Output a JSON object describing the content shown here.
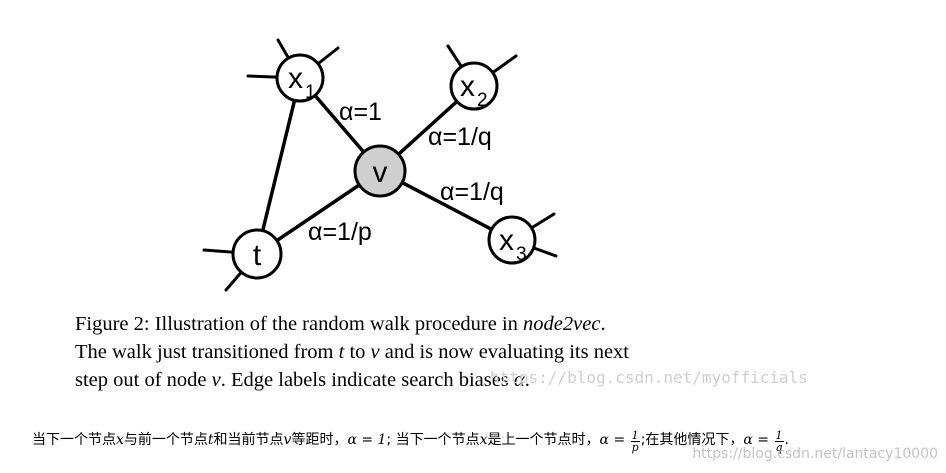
{
  "diagram": {
    "nodes": {
      "x1": {
        "main": "x",
        "sub": "1"
      },
      "x2": {
        "main": "x",
        "sub": "2"
      },
      "x3": {
        "main": "x",
        "sub": "3"
      },
      "v": {
        "main": "v"
      },
      "t": {
        "main": "t"
      }
    },
    "edge_labels": {
      "v_x1": "α=1",
      "v_x2": "α=1/q",
      "v_x3": "α=1/q",
      "v_t": "α=1/p"
    }
  },
  "caption": {
    "prefix": "Figure 2: Illustration of the random walk procedure in ",
    "method": "node2vec",
    "line1_end": ".",
    "line2_a": "The walk just transitioned from ",
    "t": "t",
    "line2_b": " to ",
    "v": "v",
    "line2_c": " and is now evaluating its next",
    "line3_a": "step out of node ",
    "line3_b": ". Edge labels indicate search biases ",
    "alpha": "α",
    "line3_c": "."
  },
  "watermark_center": "https://blog.csdn.net/myofficials",
  "note": {
    "p1": "当下一个节点",
    "x": "x",
    "p2": "与前一个节点",
    "t": "t",
    "p3": "和当前节点",
    "v": "v",
    "p4": "等距时，",
    "eq1": "α = 1",
    "p5": "; 当下一个节点",
    "p6": "是上一个节点时，",
    "alpha_eq": "α =",
    "frac1_num": "1",
    "frac1_den": "p",
    "p7": ";在其他情况下，",
    "frac2_num": "1",
    "frac2_den": "q",
    "p8": "."
  },
  "watermark_corner": "https://blog.csdn.net/lantacy10000"
}
